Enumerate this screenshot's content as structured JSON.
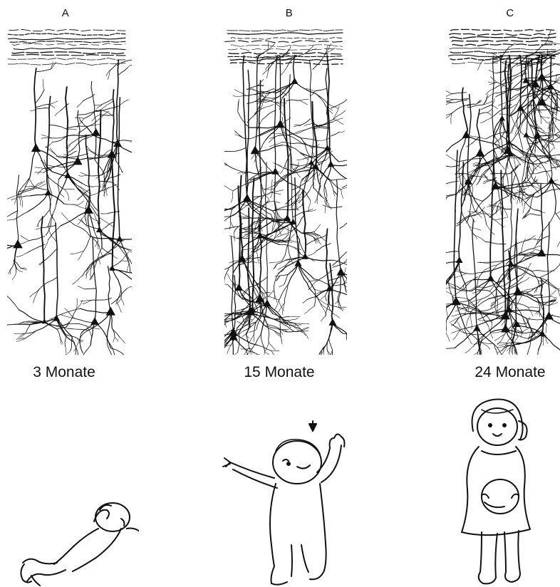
{
  "panels": [
    {
      "letter": "A",
      "age": "3 Monate",
      "illustration": "infant lying on back"
    },
    {
      "letter": "B",
      "age": "15 Monate",
      "illustration": "toddler standing with arms raised"
    },
    {
      "letter": "C",
      "age": "24 Monate",
      "illustration": "child standing holding a ball"
    }
  ],
  "colors": {
    "ink": "#111111",
    "background": "#ffffff"
  }
}
